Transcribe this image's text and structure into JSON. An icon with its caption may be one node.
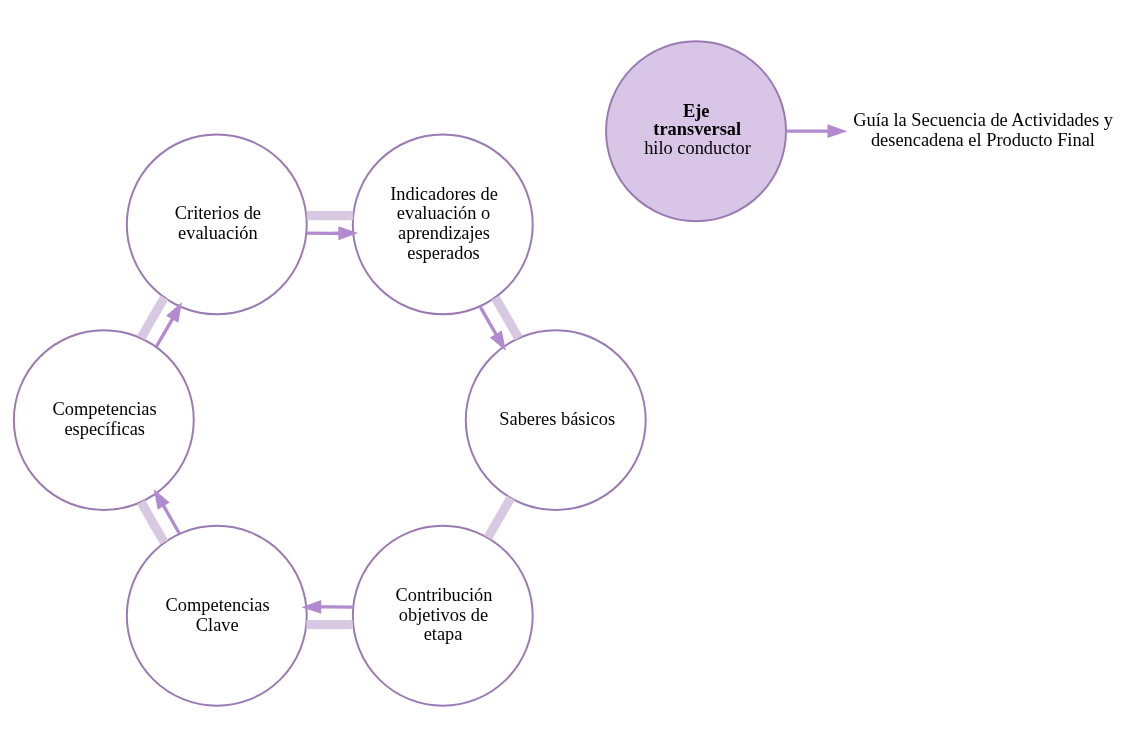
{
  "diagram": {
    "nodes": [
      {
        "text": [
          "Contribución objetivos de etapa"
        ]
      },
      {
        "text": [
          "Competencias Clave"
        ]
      },
      {
        "text": [
          "Saberes básicos"
        ]
      },
      {
        "text": [
          "Eje transversal",
          "hilo conductor"
        ]
      },
      {
        "text": [
          "Guía la Secuencia de Actividades y desencadena el Producto Final"
        ]
      },
      {
        "text": [
          "Indicadores de evaluación o aprendizajes esperados"
        ]
      },
      {
        "text": [
          "Competencias específicas"
        ]
      },
      {
        "text": [
          "Criterios de evaluación"
        ]
      }
    ],
    "edges": [
      {
        "from": 0,
        "to": 1,
        "arrow": "none",
        "style": "thick",
        "color": "#d8c9e3"
      },
      {
        "from": 1,
        "to": 6,
        "arrow": "none",
        "style": "thick",
        "color": "#d8c9e3"
      },
      {
        "from": 6,
        "to": 7,
        "arrow": "none",
        "style": "thick",
        "color": "#d8c9e3"
      },
      {
        "from": 7,
        "to": 5,
        "arrow": "none",
        "style": "thick",
        "color": "#d8c9e3"
      },
      {
        "from": 5,
        "to": 2,
        "arrow": "none",
        "style": "thick",
        "color": "#d8c9e3"
      },
      {
        "from": 2,
        "to": 0,
        "arrow": "none",
        "style": "thick",
        "color": "#d8c9e3"
      },
      {
        "from": 0,
        "to": 1,
        "arrow": "to"
      },
      {
        "from": 1,
        "to": 6,
        "arrow": "to"
      },
      {
        "from": 6,
        "to": 7,
        "arrow": "to"
      },
      {
        "from": 7,
        "to": 5,
        "arrow": "to"
      },
      {
        "from": 5,
        "to": 2,
        "arrow": "to"
      },
      {
        "from": 3,
        "to": 4,
        "arrow": "to"
      }
    ]
  }
}
